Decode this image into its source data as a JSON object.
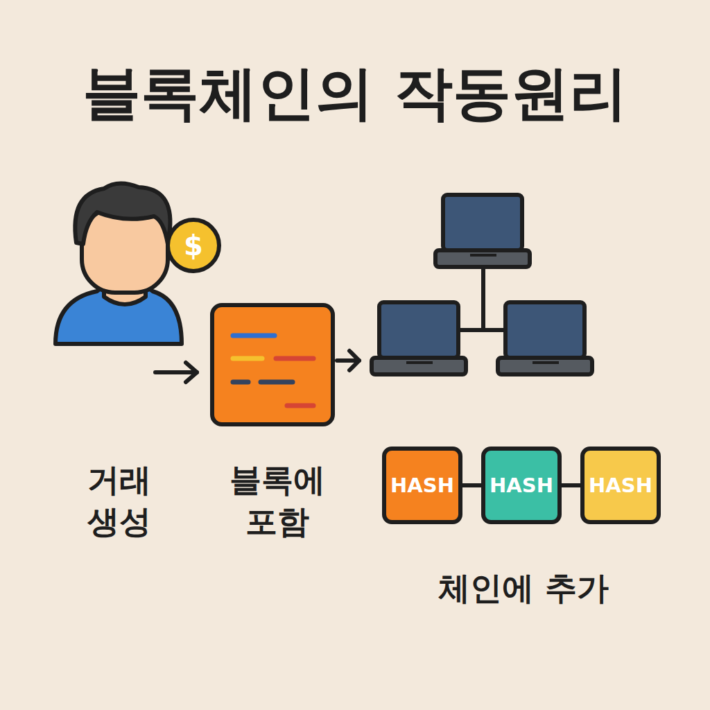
{
  "diagram": {
    "title": "블록체인의 작동원리",
    "nodes": [
      {
        "text": [
          "HASH"
        ]
      },
      {
        "text": [
          "HASH"
        ]
      },
      {
        "text": [
          "HASH"
        ]
      }
    ],
    "edges": [
      {
        "from": 0,
        "to": 1,
        "arrow": "none"
      },
      {
        "from": 1,
        "to": 2,
        "arrow": "none"
      }
    ],
    "labels": [
      "$",
      "거래 생성",
      "블록에 포함",
      "체인에 추가"
    ]
  }
}
